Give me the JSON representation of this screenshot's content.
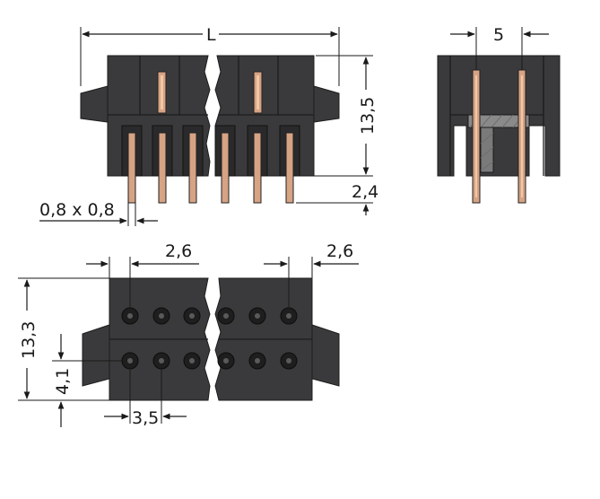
{
  "dimensions": {
    "length": "L",
    "height_top": "13,5",
    "pin_offset": "2,4",
    "pin_section": "0,8 x 0,8",
    "side_width": "5",
    "pitch_left": "2,6",
    "pitch_right": "2,6",
    "height_bottom": "13,3",
    "row_height": "4,1",
    "row_pitch": "3,5"
  }
}
